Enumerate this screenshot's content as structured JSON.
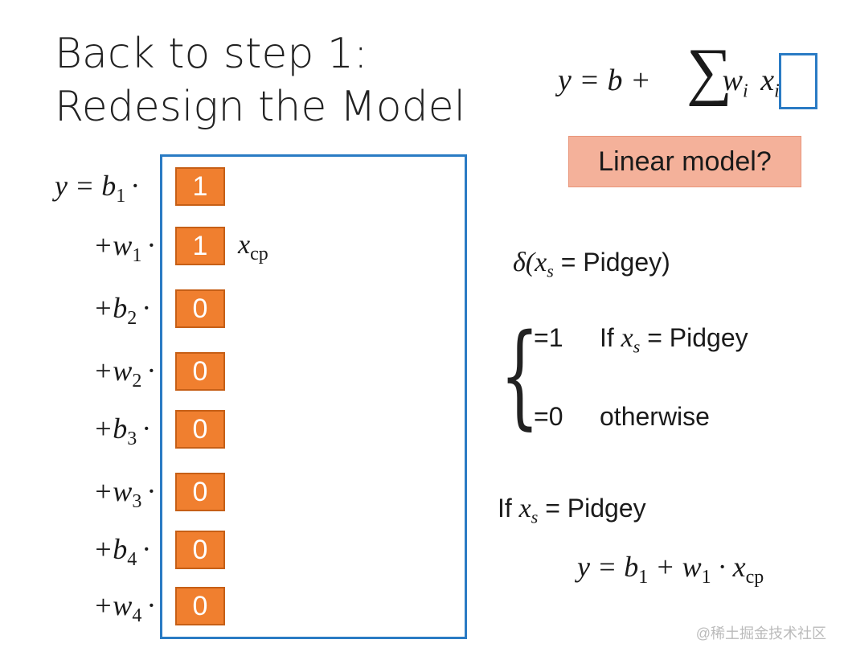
{
  "title_line1": "Back to step 1:",
  "title_line2": "Redesign the Model",
  "top_formula": {
    "lhs": "y = b + ",
    "sum": "∑",
    "wi": "w",
    "wi_sub": "i",
    "xi": "x",
    "xi_sub": "i"
  },
  "linear_model_label": "Linear model?",
  "terms": [
    {
      "prefix": "y = b",
      "sub": "1",
      "dot": "·"
    },
    {
      "prefix": "+w",
      "sub": "1",
      "dot": "·"
    },
    {
      "prefix": "+b",
      "sub": "2",
      "dot": "·"
    },
    {
      "prefix": "+w",
      "sub": "2",
      "dot": "·"
    },
    {
      "prefix": "+b",
      "sub": "3",
      "dot": "·"
    },
    {
      "prefix": "+w",
      "sub": "3",
      "dot": "·"
    },
    {
      "prefix": "+b",
      "sub": "4",
      "dot": "·"
    },
    {
      "prefix": "+w",
      "sub": "4",
      "dot": "·"
    }
  ],
  "cells": [
    "1",
    "1",
    "0",
    "0",
    "0",
    "0",
    "0",
    "0"
  ],
  "xcp_label": {
    "x": "x",
    "sub": "cp"
  },
  "delta": {
    "prefix": "δ(",
    "x": "x",
    "sub": "s",
    "suffix": " = Pidgey)"
  },
  "case1": {
    "value": "=1",
    "if_text": "If ",
    "x": "x",
    "sub": "s",
    "rest": " = Pidgey"
  },
  "case2": {
    "value": "=0",
    "text": "otherwise"
  },
  "if_line": {
    "if_text": "If ",
    "x": "x",
    "sub": "s",
    "rest": " = Pidgey"
  },
  "result": {
    "lhs": "y = b",
    "b_sub": "1",
    "mid": " + w",
    "w_sub": "1",
    "dot": " · x",
    "x_sub": "cp"
  },
  "watermark": "@稀土掘金技术社区"
}
